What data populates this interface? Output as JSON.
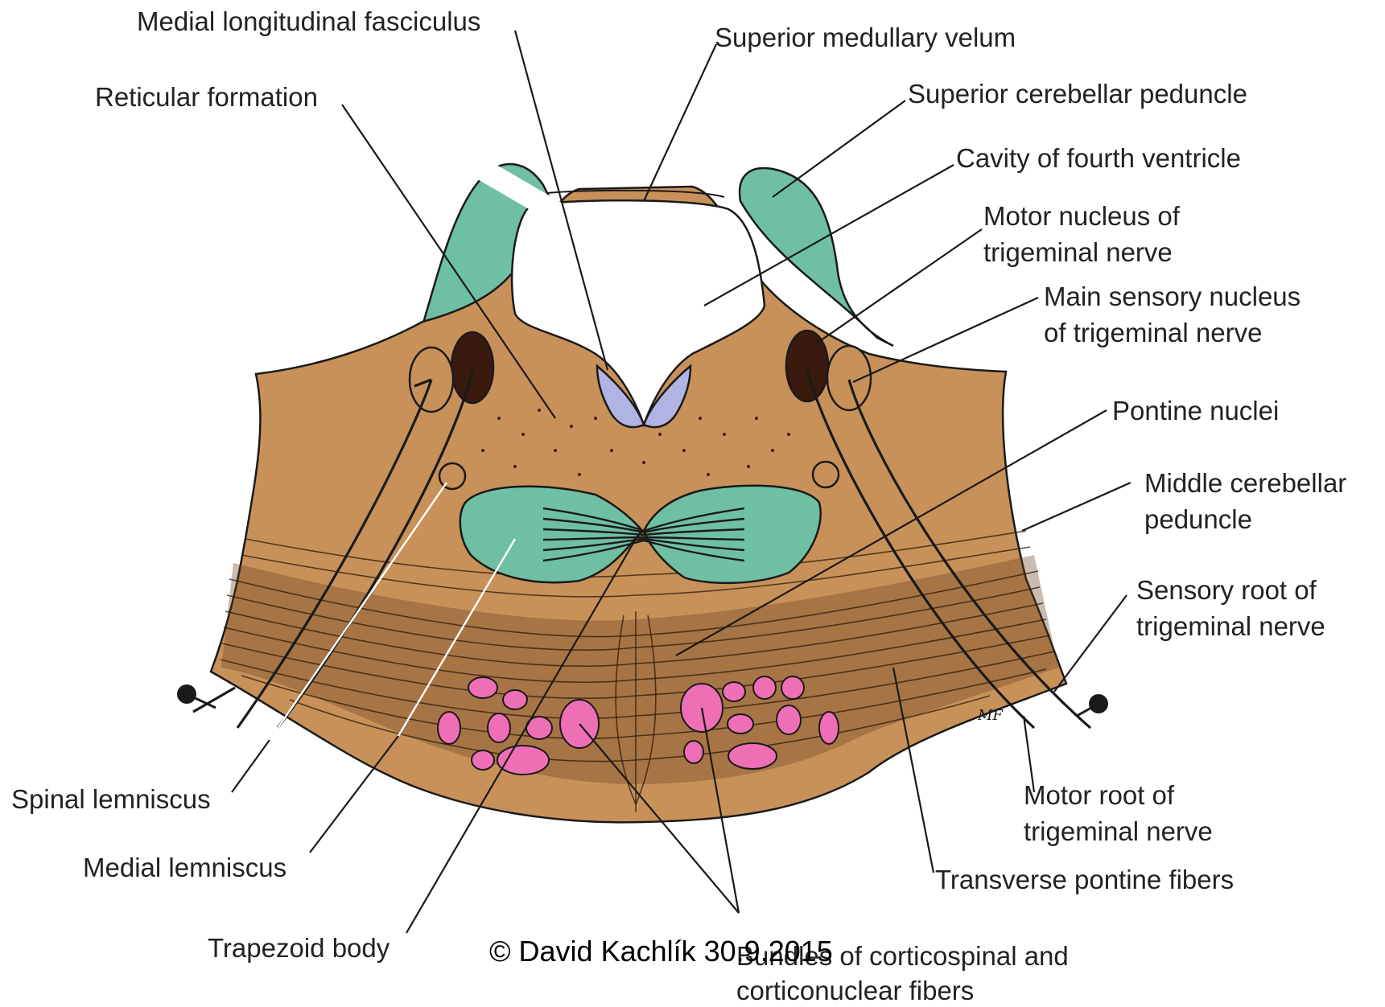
{
  "labels": {
    "medial_longitudinal_fasciculus": "Medial longitudinal fasciculus",
    "superior_medullary_velum": "Superior medullary velum",
    "reticular_formation": "Reticular formation",
    "superior_cerebellar_peduncle": "Superior cerebellar peduncle",
    "cavity_fourth_ventricle": "Cavity of fourth ventricle",
    "motor_nucleus_1": "Motor nucleus of",
    "motor_nucleus_2": "trigeminal nerve",
    "main_sensory_1": "Main sensory nucleus",
    "main_sensory_2": "of trigeminal nerve",
    "pontine_nuclei": "Pontine nuclei",
    "middle_cerebellar_1": "Middle cerebellar",
    "middle_cerebellar_2": "peduncle",
    "sensory_root_1": "Sensory root of",
    "sensory_root_2": "trigeminal nerve",
    "motor_root_1": "Motor root of",
    "motor_root_2": "trigeminal nerve",
    "transverse_pontine": "Transverse pontine fibers",
    "bundles_1": "Bundles of corticospinal and",
    "bundles_2": "corticonuclear fibers",
    "trapezoid_body": "Trapezoid body",
    "medial_lemniscus": "Medial lemniscus",
    "spinal_lemniscus": "Spinal lemniscus"
  },
  "signature": "MF",
  "copyright": "© David Kachlík 30.9.2015",
  "colors": {
    "pons_tissue": "#c8915a",
    "peduncle_green": "#6fbfa3",
    "nucleus_dark": "#3a1a0e",
    "mlf_lavender": "#b0b4e4",
    "corticospinal_pink": "#ef6fb6",
    "ventricle_white": "#ffffff"
  }
}
